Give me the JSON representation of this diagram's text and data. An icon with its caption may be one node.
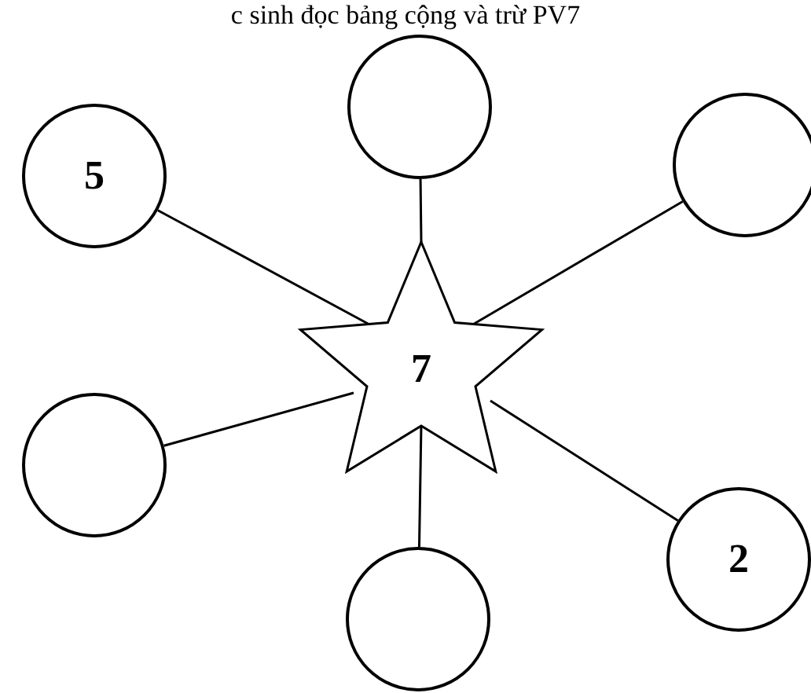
{
  "diagram": {
    "nodes": [
      {
        "text": [],
        "shape": "circle"
      },
      {
        "text": [
          "5"
        ]
      },
      {
        "text": [],
        "shape": "circle"
      },
      {
        "text": [
          "7"
        ]
      },
      {
        "text": [],
        "shape": "circle"
      },
      {
        "text": [
          "2"
        ]
      },
      {
        "text": [],
        "shape": "circle"
      }
    ],
    "edges": [
      {
        "from": 3,
        "to": 0,
        "arrow": "none"
      },
      {
        "from": 3,
        "to": 1,
        "arrow": "none"
      },
      {
        "from": 3,
        "to": 2,
        "arrow": "none"
      },
      {
        "from": 3,
        "to": 4,
        "arrow": "none"
      },
      {
        "from": 3,
        "to": 5,
        "arrow": "none"
      },
      {
        "from": 3,
        "to": 6,
        "arrow": "none"
      }
    ],
    "labels": [
      "c sinh đọc bảng cộng và trừ PV7"
    ]
  }
}
